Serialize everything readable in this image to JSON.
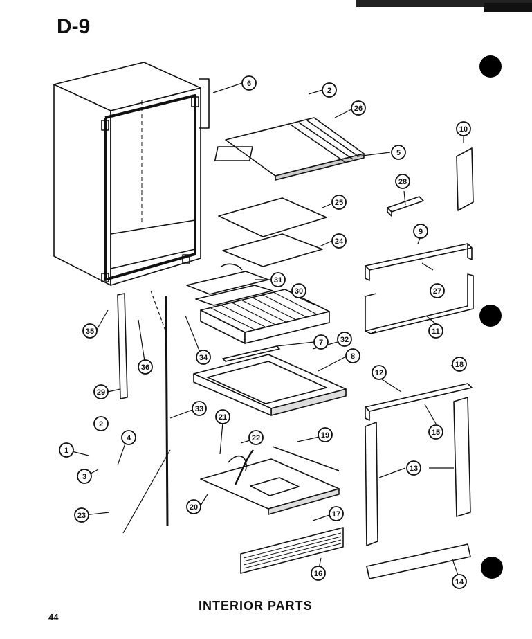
{
  "page_code": "D-9",
  "caption": "INTERIOR PARTS",
  "page_number": "44",
  "parts": [
    "1",
    "2",
    "2",
    "3",
    "4",
    "5",
    "6",
    "7",
    "8",
    "9",
    "10",
    "11",
    "12",
    "13",
    "14",
    "15",
    "16",
    "17",
    "18",
    "19",
    "20",
    "21",
    "22",
    "23",
    "24",
    "25",
    "26",
    "27",
    "28",
    "29",
    "30",
    "31",
    "32",
    "33",
    "34",
    "35",
    "36"
  ]
}
